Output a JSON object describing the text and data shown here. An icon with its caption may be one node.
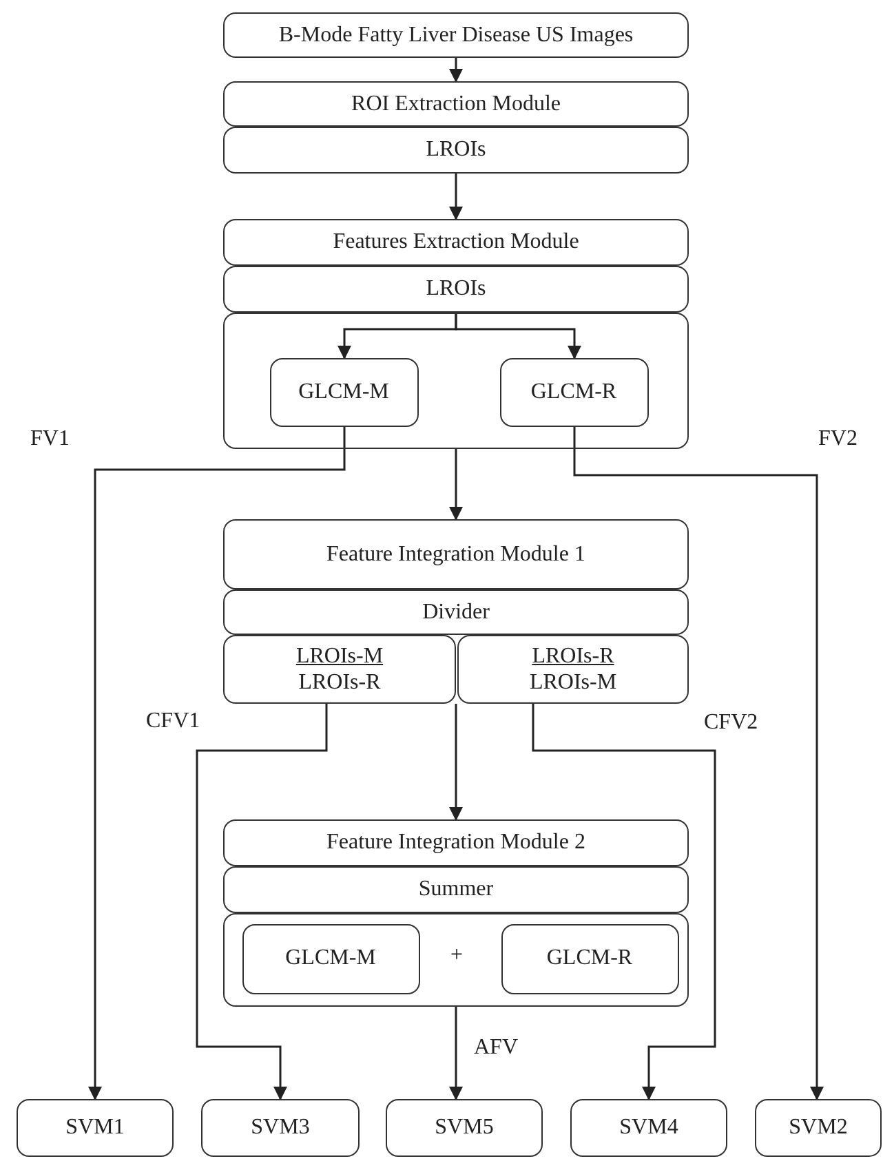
{
  "diagram": {
    "nodes": [
      {
        "text": [
          "B-Mode Fatty Liver Disease US Images"
        ]
      },
      {
        "text": [
          "ROI Extraction Module"
        ]
      },
      {
        "text": [
          "LROIs"
        ]
      },
      {
        "text": [
          "Features Extraction Module"
        ]
      },
      {
        "text": [
          "LROIs"
        ]
      },
      {
        "text": [],
        "shape": "box"
      },
      {
        "text": [
          "GLCM-M"
        ],
        "in": 5
      },
      {
        "text": [
          "GLCM-R"
        ],
        "in": 5
      },
      {
        "text": [
          "Feature Integration Module 1"
        ]
      },
      {
        "text": [
          "Divider"
        ]
      },
      {
        "text": [
          "LROIs-M",
          "LROIs-R"
        ]
      },
      {
        "text": [
          "LROIs-R",
          "LROIs-M"
        ]
      },
      {
        "text": [
          "Feature Integration Module 2"
        ]
      },
      {
        "text": [
          "Summer"
        ]
      },
      {
        "text": [],
        "shape": "box"
      },
      {
        "text": [
          "GLCM-M"
        ],
        "in": 14
      },
      {
        "text": [
          "GLCM-R"
        ],
        "in": 14
      },
      {
        "text": [
          "SVM1"
        ]
      },
      {
        "text": [
          "SVM3"
        ]
      },
      {
        "text": [
          "SVM5"
        ]
      },
      {
        "text": [
          "SVM4"
        ]
      },
      {
        "text": [
          "SVM2"
        ]
      }
    ],
    "edges": [
      {
        "from": 0,
        "to": 1,
        "arrow": "to"
      },
      {
        "from": 2,
        "to": 3,
        "arrow": "to"
      },
      {
        "from": 4,
        "to": 6,
        "arrow": "to"
      },
      {
        "from": 4,
        "to": 7,
        "arrow": "to"
      },
      {
        "from": 6,
        "to": 17,
        "arrow": "to",
        "label": "FV1"
      },
      {
        "from": 7,
        "to": 21,
        "arrow": "to",
        "label": "FV2"
      },
      {
        "from": 5,
        "to": 8,
        "arrow": "to"
      },
      {
        "from": 10,
        "to": 18,
        "arrow": "to",
        "label": "CFV1"
      },
      {
        "from": 11,
        "to": 20,
        "arrow": "to",
        "label": "CFV2"
      },
      {
        "from": 10,
        "to": 12,
        "arrow": "to"
      },
      {
        "from": 11,
        "to": 12,
        "arrow": "to"
      },
      {
        "from": 14,
        "to": 19,
        "arrow": "to",
        "label": "AFV"
      }
    ],
    "labels": [
      "+"
    ]
  }
}
